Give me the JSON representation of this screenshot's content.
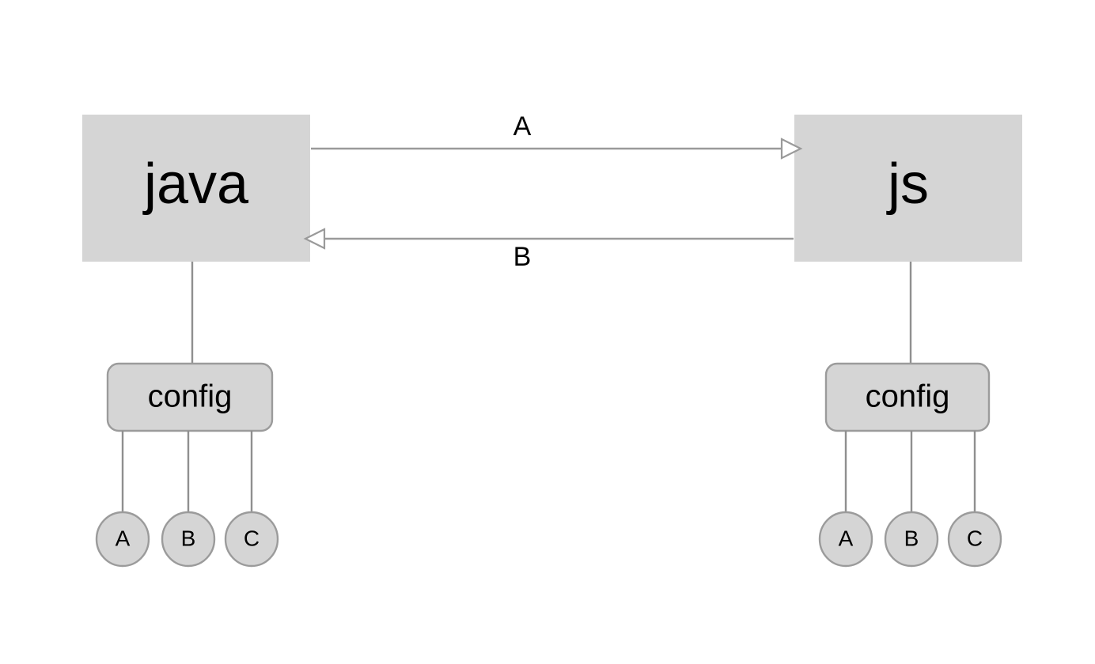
{
  "diagram": {
    "type": "architecture-flow-diagram",
    "background_color": "#ffffff",
    "palette": {
      "node_fill": "#d5d5d5",
      "node_stroke": "#9b9b9b",
      "connector": "#8f8f8f",
      "flow_line": "#9a9a9a",
      "text": "#000000"
    },
    "lanes": [
      {
        "id": "java",
        "label": "java",
        "group": {
          "id": "java-config",
          "label": "config"
        },
        "leaves": [
          {
            "id": "java-leaf-a",
            "label": "A"
          },
          {
            "id": "java-leaf-b",
            "label": "B"
          },
          {
            "id": "java-leaf-c",
            "label": "C"
          }
        ]
      },
      {
        "id": "js",
        "label": "js",
        "group": {
          "id": "js-config",
          "label": "config"
        },
        "leaves": [
          {
            "id": "js-leaf-a",
            "label": "A"
          },
          {
            "id": "js-leaf-b",
            "label": "B"
          },
          {
            "id": "js-leaf-c",
            "label": "C"
          }
        ]
      }
    ],
    "flows": [
      {
        "id": "flow-a",
        "label": "A",
        "from": "java",
        "to": "js",
        "direction": "right"
      },
      {
        "id": "flow-b",
        "label": "B",
        "from": "js",
        "to": "java",
        "direction": "left"
      }
    ]
  }
}
